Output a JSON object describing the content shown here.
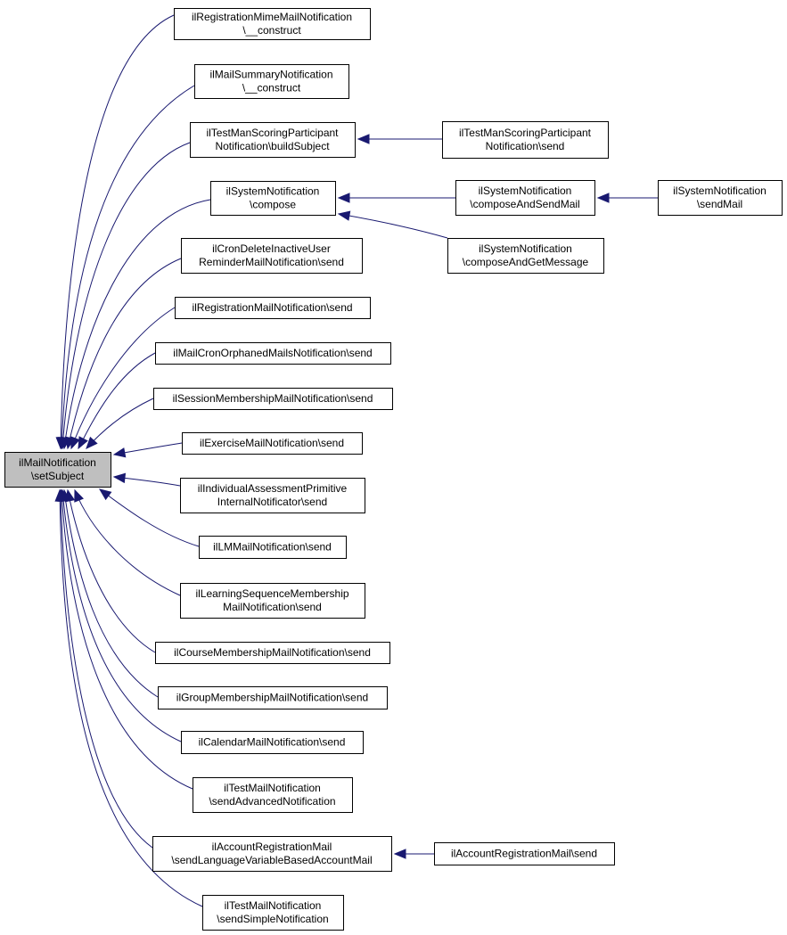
{
  "diagram": {
    "type": "call-graph",
    "edge_color": "#191970",
    "root_fill": "#bfbfbf",
    "node_fill": "#ffffff",
    "nodes": [
      {
        "id": "root",
        "lines": [
          "ilMailNotification",
          "\\setSubject"
        ]
      },
      {
        "id": "n1",
        "lines": [
          "ilRegistrationMimeMailNotification",
          "\\__construct"
        ]
      },
      {
        "id": "n2",
        "lines": [
          "ilMailSummaryNotification",
          "\\__construct"
        ]
      },
      {
        "id": "n3",
        "lines": [
          "ilTestManScoringParticipant",
          "Notification\\buildSubject"
        ]
      },
      {
        "id": "n4",
        "lines": [
          "ilSystemNotification",
          "\\compose"
        ]
      },
      {
        "id": "n5",
        "lines": [
          "ilCronDeleteInactiveUser",
          "ReminderMailNotification\\send"
        ]
      },
      {
        "id": "n6",
        "lines": [
          "ilRegistrationMailNotification\\send"
        ]
      },
      {
        "id": "n7",
        "lines": [
          "ilMailCronOrphanedMailsNotification\\send"
        ]
      },
      {
        "id": "n8",
        "lines": [
          "ilSessionMembershipMailNotification\\send"
        ]
      },
      {
        "id": "n9",
        "lines": [
          "ilExerciseMailNotification\\send"
        ]
      },
      {
        "id": "n10",
        "lines": [
          "ilIndividualAssessmentPrimitive",
          "InternalNotificator\\send"
        ]
      },
      {
        "id": "n11",
        "lines": [
          "ilLMMailNotification\\send"
        ]
      },
      {
        "id": "n12",
        "lines": [
          "ilLearningSequenceMembership",
          "MailNotification\\send"
        ]
      },
      {
        "id": "n13",
        "lines": [
          "ilCourseMembershipMailNotification\\send"
        ]
      },
      {
        "id": "n14",
        "lines": [
          "ilGroupMembershipMailNotification\\send"
        ]
      },
      {
        "id": "n15",
        "lines": [
          "ilCalendarMailNotification\\send"
        ]
      },
      {
        "id": "n16",
        "lines": [
          "ilTestMailNotification",
          "\\sendAdvancedNotification"
        ]
      },
      {
        "id": "n17",
        "lines": [
          "ilAccountRegistrationMail",
          "\\sendLanguageVariableBasedAccountMail"
        ]
      },
      {
        "id": "n18",
        "lines": [
          "ilTestMailNotification",
          "\\sendSimpleNotification"
        ]
      },
      {
        "id": "n19",
        "lines": [
          "ilTestManScoringParticipant",
          "Notification\\send"
        ]
      },
      {
        "id": "n20",
        "lines": [
          "ilSystemNotification",
          "\\composeAndSendMail"
        ]
      },
      {
        "id": "n21",
        "lines": [
          "ilSystemNotification",
          "\\composeAndGetMessage"
        ]
      },
      {
        "id": "n22",
        "lines": [
          "ilSystemNotification",
          "\\sendMail"
        ]
      },
      {
        "id": "n23",
        "lines": [
          "ilAccountRegistrationMail\\send"
        ]
      }
    ],
    "edges": [
      {
        "from": "n1",
        "to": "root"
      },
      {
        "from": "n2",
        "to": "root"
      },
      {
        "from": "n3",
        "to": "root"
      },
      {
        "from": "n4",
        "to": "root"
      },
      {
        "from": "n5",
        "to": "root"
      },
      {
        "from": "n6",
        "to": "root"
      },
      {
        "from": "n7",
        "to": "root"
      },
      {
        "from": "n8",
        "to": "root"
      },
      {
        "from": "n9",
        "to": "root"
      },
      {
        "from": "n10",
        "to": "root"
      },
      {
        "from": "n11",
        "to": "root"
      },
      {
        "from": "n12",
        "to": "root"
      },
      {
        "from": "n13",
        "to": "root"
      },
      {
        "from": "n14",
        "to": "root"
      },
      {
        "from": "n15",
        "to": "root"
      },
      {
        "from": "n16",
        "to": "root"
      },
      {
        "from": "n17",
        "to": "root"
      },
      {
        "from": "n18",
        "to": "root"
      },
      {
        "from": "n19",
        "to": "n3"
      },
      {
        "from": "n20",
        "to": "n4"
      },
      {
        "from": "n21",
        "to": "n4"
      },
      {
        "from": "n22",
        "to": "n20"
      },
      {
        "from": "n23",
        "to": "n17"
      }
    ]
  }
}
